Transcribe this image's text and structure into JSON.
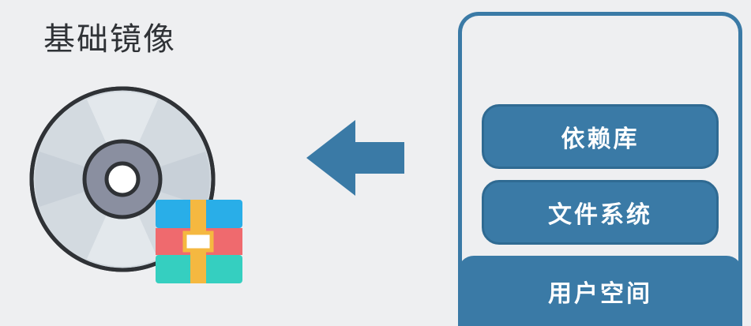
{
  "title": "基础镜像",
  "stack": {
    "layers": [
      {
        "label": "依赖库"
      },
      {
        "label": "文件系统"
      },
      {
        "label": "用户空间"
      }
    ]
  },
  "colors": {
    "background": "#eeeff1",
    "accent": "#3a7aa6",
    "disc_outer": "#d3dae0",
    "disc_hub": "#8a8fa0",
    "package_blue": "#29aee8",
    "package_red": "#ef6a6e",
    "package_teal": "#35cfc0",
    "package_strap": "#f5b840"
  },
  "icons": [
    "disc-icon",
    "package-icon",
    "arrow-left-icon"
  ]
}
